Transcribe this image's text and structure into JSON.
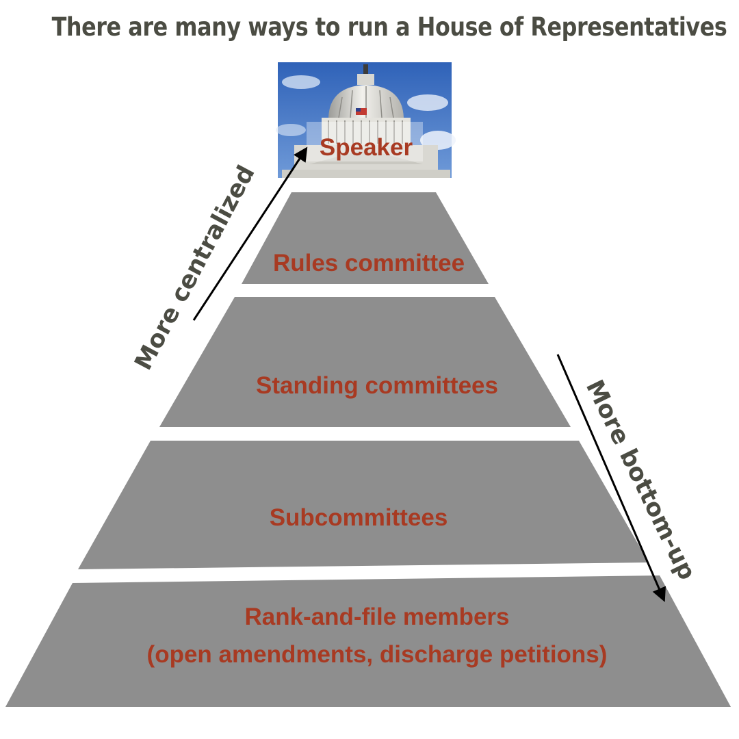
{
  "title": "There are many ways to run a House of Representatives",
  "tiers": {
    "speaker": "Speaker",
    "rules": "Rules committee",
    "standing": "Standing committees",
    "sub": "Subcommittees",
    "rank_line1": "Rank-and-file members",
    "rank_line2": "(open amendments, discharge petitions)"
  },
  "arrows": {
    "up": "More centralized",
    "down": "More bottom-up"
  },
  "colors": {
    "tier_fill": "#8e8e8e",
    "tier_text": "#a83a22",
    "side_text": "#4b4c43",
    "sky": "#3f73c4"
  }
}
